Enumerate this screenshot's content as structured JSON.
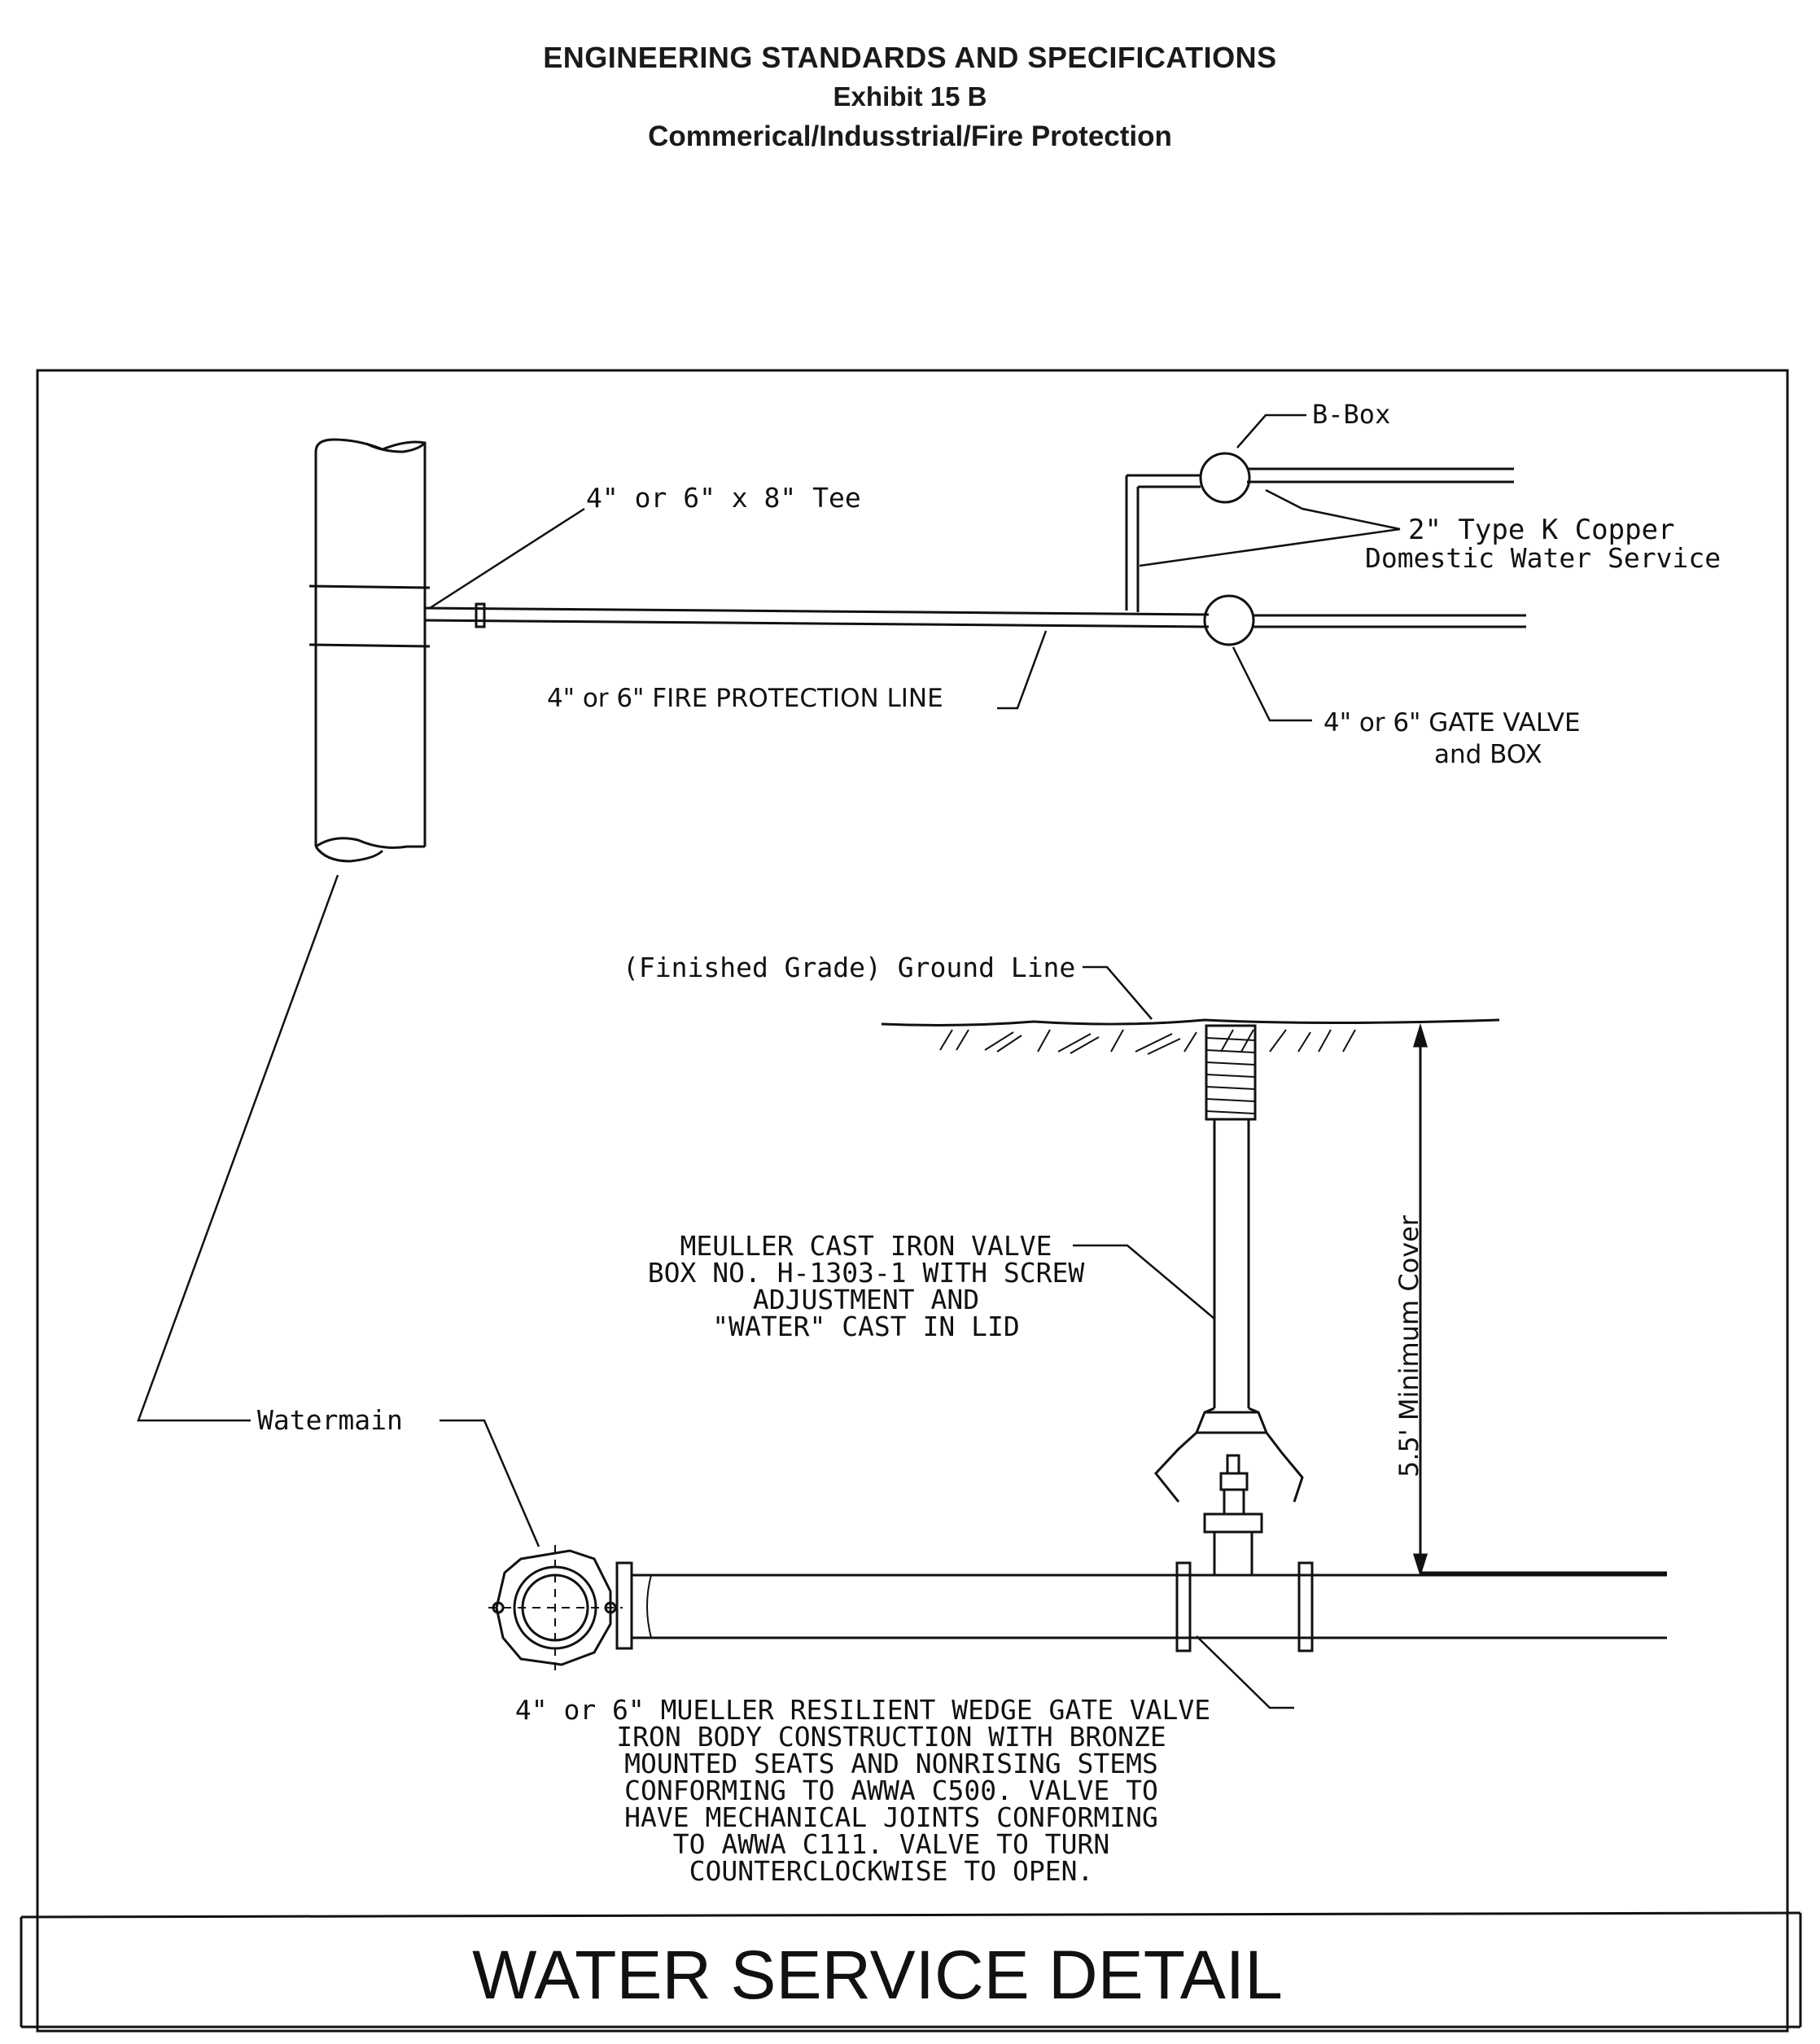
{
  "header": {
    "line1": "ENGINEERING STANDARDS AND SPECIFICATIONS",
    "line2": "Exhibit 15 B",
    "line3": "Commerical/Indusstrial/Fire Protection"
  },
  "labels": {
    "b_box": "B-Box",
    "tee": "4\" or 6\" x 8\" Tee",
    "copper_1": "2\" Type K Copper",
    "copper_2": "Domestic Water Service",
    "fire_line": "4\" or 6\" FIRE PROTECTION LINE",
    "gate_valve_1": "4\" or 6\" GATE VALVE",
    "gate_valve_2": "and BOX",
    "ground_line": "(Finished Grade) Ground Line",
    "valve_box_1": "MEULLER CAST IRON VALVE",
    "valve_box_2": "BOX NO. H-1303-1 WITH SCREW",
    "valve_box_3": "ADJUSTMENT AND",
    "valve_box_4": "\"WATER\" CAST IN LID",
    "cover": "5.5' Minimum Cover",
    "watermain": "Watermain",
    "wedge_1": "4\" or 6\" MUELLER RESILIENT WEDGE GATE VALVE",
    "wedge_2": "IRON BODY CONSTRUCTION WITH BRONZE",
    "wedge_3": "MOUNTED SEATS AND NONRISING STEMS",
    "wedge_4": "CONFORMING TO AWWA C500. VALVE TO",
    "wedge_5": "HAVE MECHANICAL JOINTS CONFORMING",
    "wedge_6": "TO AWWA C111. VALVE TO TURN",
    "wedge_7": "COUNTERCLOCKWISE TO OPEN."
  },
  "title_block": {
    "title": "WATER SERVICE DETAIL"
  }
}
